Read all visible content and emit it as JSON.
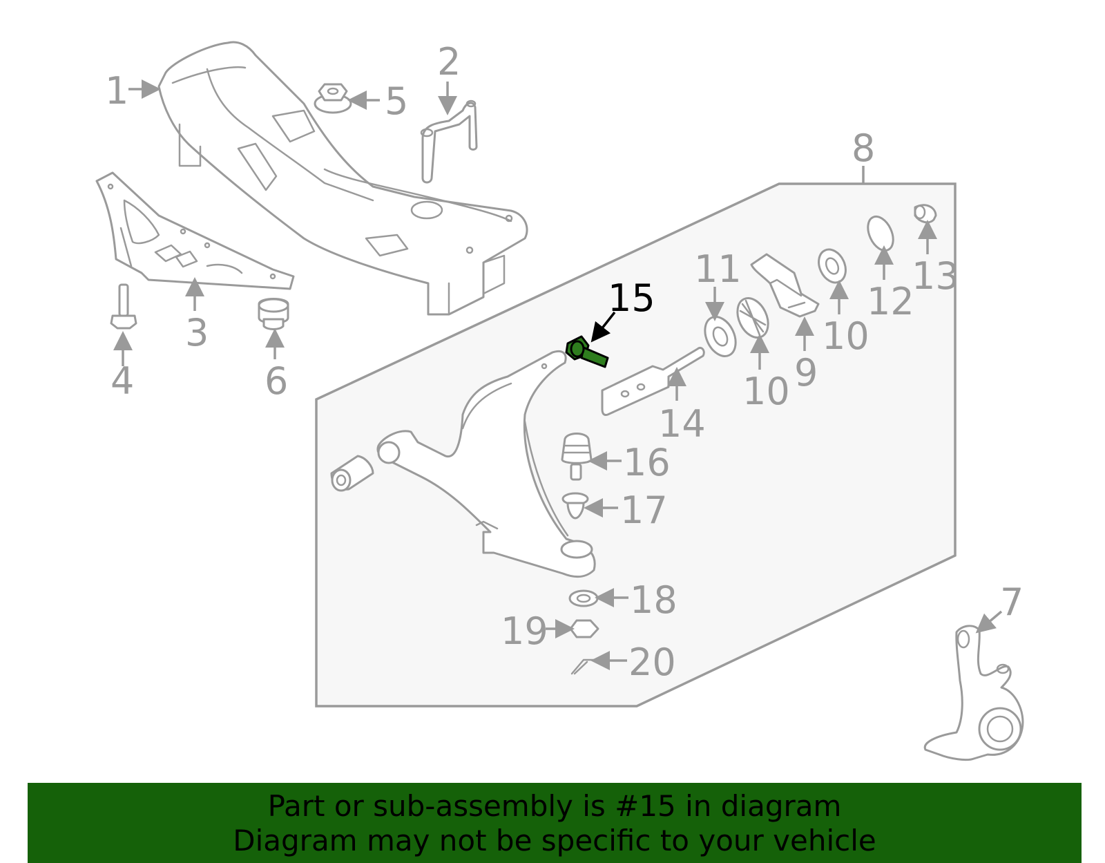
{
  "callouts": {
    "c1": "1",
    "c2": "2",
    "c3": "3",
    "c4": "4",
    "c5": "5",
    "c6": "6",
    "c7": "7",
    "c8": "8",
    "c9": "9",
    "c10a": "10",
    "c10b": "10",
    "c11": "11",
    "c12": "12",
    "c13": "13",
    "c14": "14",
    "c15": "15",
    "c16": "16",
    "c17": "17",
    "c18": "18",
    "c19": "19",
    "c20": "20"
  },
  "highlight": {
    "part_number": "15",
    "color": "#2e7d1e"
  },
  "banner": {
    "line1": "Part or sub-assembly is #15 in diagram",
    "line2": "Diagram may not be specific to your vehicle",
    "background": "#156109"
  }
}
